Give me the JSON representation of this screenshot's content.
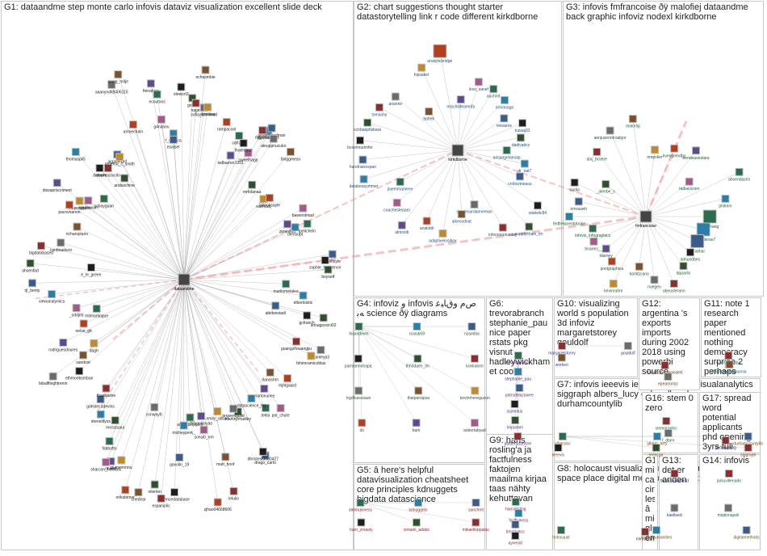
{
  "groups": [
    {
      "id": "G1",
      "title": "G1: dataandme step monte carlo infovis dataviz visualization excellent slide deck"
    },
    {
      "id": "G2",
      "title": "G2: chart suggestions thought starter datastorytelling link r code different kirkdborne"
    },
    {
      "id": "G3",
      "title": "G3: infovis fmfrancoise ðÿ malofiej dataandme back graphic infoviz nodexl kirkdborne"
    },
    {
      "id": "G4",
      "title": "G4: infoviz ﻭ infovis ﺹﻡ ﻭﻕﺎﻴﻋ ﻪﺑ science ðÿ diagrams"
    },
    {
      "id": "G5",
      "title": "G5: â here's helpful datavisualization cheatsheet core principles kdnuggets bigdata datascience"
    },
    {
      "id": "G6",
      "title": "G6: trevorabranch stephanie_pau nice paper rstats pkg visnut hadleywickham et cook"
    },
    {
      "id": "G7",
      "title": "G7: infovis ieeevis ieeecga dataviz visualanalytics siggraph albers_lucy color albersloc durhamcountylib"
    },
    {
      "id": "G8",
      "title": "G8: holocaust visualization symposium analyzing space place digital methods geographical textual"
    },
    {
      "id": "G9",
      "title": "G9: hans rosling'a ja factfulness faktojen maailma kirjaa taas nähty kehuttavan"
    },
    {
      "id": "G10",
      "title": "G10: visualizing world s population 3d infoviz margaretstorey gouldolf"
    },
    {
      "id": "G11",
      "title": "G11: note 1 research paper mentioned nothing democracy surprise 2 perhaps"
    },
    {
      "id": "G12",
      "title": "G12: argentina 's exports imports during 2002 2018 using powerbi source"
    },
    {
      "id": "G13",
      "title": "G13: det er anden"
    },
    {
      "id": "G14",
      "title": "G14: infovis"
    },
    {
      "id": "G15",
      "title": "G15: minard carte circulati… les â migrants globe emigra…"
    },
    {
      "id": "G16",
      "title": "G16: stem 0 zero"
    },
    {
      "id": "G17",
      "title": "G17: spread word potential applicants phd opening 3yrs full time…"
    }
  ],
  "hubs": [
    {
      "id": "dataandme",
      "label": "dataandme",
      "group": "G1"
    },
    {
      "id": "kirkdborne",
      "label": "kirkdborne",
      "group": "G2"
    },
    {
      "id": "fmfrancoise",
      "label": "fmfrancoise",
      "group": "G3"
    }
  ],
  "nodes": {
    "G1": [
      "marilomelalea",
      "elbertsistic",
      "abidsestadi",
      "gcfranch",
      "sonagsocici02",
      "guangzhouangjiu",
      "stanleyp3",
      "danoshm",
      "fehimramicoblas",
      "mjhlgaard",
      "marlonunes",
      "pat_chute",
      "tekla",
      "datascience_hq",
      "drago_carlo",
      "dhristest3830427",
      "martinjhhadley",
      "lelulio",
      "presentguild",
      "matt_hoof",
      "emily_allsad",
      "zjhao04668606",
      "thibgolosyao",
      "sonsib_nm",
      "ahsakbinpyofo",
      "micheyperk_",
      "gavollo_19",
      "sciencedatabase",
      "nilerten",
      "espaniplic",
      "conwayfc",
      "chedirai",
      "gueyemnnu",
      "eriksbirner",
      "dnikmi",
      "sharcon_hemcck",
      "fabbotto",
      "drenelifyos",
      "gdestecadevins",
      "ethmoebsmban",
      "mosstuaui",
      "thanbashe",
      "fabalfileghtrenin",
      "sandoxt",
      "dagh",
      "nelse_gtt",
      "rodriguesdoures",
      "_oddjeb",
      "mitmartiogue",
      "viewanalymics",
      "rjl_benty",
      "e_le_green",
      "ahsenfad",
      "bigdatabased",
      "cardinadsrsi",
      "richarsplurio",
      "mapengpper",
      "pacovnanon",
      "dissapriscriment",
      "pauleuvan",
      "sabayguan",
      "thomaspii5",
      "jagaverunf",
      "dotaner",
      "andaschine",
      "stephassocilo",
      "aaanyndit8406115",
      "ivang_mitje",
      "graema_c_smith",
      "amoechain",
      "fienabror",
      "g4nanov",
      "ecoutoos",
      "f_ehhpra",
      "esaiser",
      "stewsrt3",
      "grove",
      "nagin",
      "sofia_ismillead",
      "echasmbie",
      "alnxesun",
      "rampacool",
      "tsdbarren1991",
      "sweethagp",
      "sdrtanlir",
      "jgpmadmed",
      "sevenbesdman",
      "thaerrjacc",
      "mrfolanaa",
      "diaconiv",
      "aleuppnucuko",
      "bloggmeso",
      "eavniasj",
      "isbooksayle",
      "zirnevtoo",
      "bawerslmad",
      "jpeilchein",
      "dentsupt",
      "stwiftsyte",
      "zophie_bonsence",
      "boysetf"
    ],
    "G2": [
      "arisangelaesap",
      "dr_nat7",
      "crobszineaux",
      "statistic84",
      "supplychain_tm",
      "infonomotceday",
      "charlesardanneman",
      "aikeosdnat",
      "adaptiveiosibox",
      "analotdi",
      "almoxib",
      "coachesteparo",
      "jiaemmanerev",
      "databeasymmer",
      "handrianespan",
      "boxelmadmfer",
      "schbakphkbara",
      "tomashy",
      "arianne",
      "bpttek",
      "hipsaker",
      "analyticbridge",
      "mischibleamnfa",
      "lexo_sanef",
      "auchrot",
      "rirmonago",
      "retsaeos",
      "tuzaaj33",
      "dadivatics"
    ],
    "G3": [
      "hlarohang",
      "alexanderav7",
      "mbathal",
      "almundbes",
      "dpparlis",
      "abeusterann",
      "nuegeo",
      "karldzcano",
      "kevinruhm",
      "postgraphica",
      "tdamey",
      "bnanes__",
      "lnfovis_infographics",
      "fedfrelacerdoboke",
      "nrmauwh",
      "nadia",
      "_alenbe_s",
      "alxj_bcvere",
      "aenjusenntroalgor",
      "malorlaj",
      "nmpnlier",
      "kvengemdbo",
      "bendeasestara",
      "radiacicnen",
      "ahsendazes",
      "philmm"
    ],
    "G4": [
      "hisandevm",
      "rsanai69",
      "nzambia",
      "parmannnhapa",
      "thh0daen_tm",
      "konkalom",
      "trgdhuessaun",
      "thatpierapsa",
      "kevinrhereguson",
      "ds",
      "bark",
      "asbertabyad"
    ],
    "G5": [
      "alenbusiness",
      "kdnuggets",
      "sanchmt",
      "ham_yreasly",
      "ismaeli_adabs",
      "mikaelleppalas"
    ],
    "G6": [
      "trevorabranch",
      "stephanie_pau",
      "patrsdelaziavee",
      "ssjnedus",
      "leipiaheri",
      "paldergaanrirei"
    ],
    "G7": [
      "albersloc",
      "albers_lucy",
      "durhamcountylib",
      "ieeevis",
      "ieeecga",
      "siggraph"
    ],
    "G8": [
      "holocaust",
      "spatialhumanities",
      "digitalmethods"
    ],
    "G9": [
      "hansrosling",
      "factfulness",
      "timshortcs",
      "ayvenid"
    ],
    "G10": [
      "margaretstorey",
      "gouldolf",
      "wortieri"
    ],
    "G11": [
      "tuomasasaba",
      "stagetehedasaumia",
      "sashnik"
    ],
    "G12": [
      "sanchodiadeniosleti",
      "epeartoriss"
    ],
    "G13": [
      "thomasmaillund",
      "kaeltsed"
    ],
    "G14": [
      "jalouvillenado",
      "miatinnapeli"
    ],
    "G15": [
      "minardfan"
    ],
    "G16": [
      "stemgraphic",
      "f_dben"
    ],
    "G17": [
      "phdopening"
    ]
  },
  "colors": {
    "panel_border": "#c8c8c8",
    "edge": "#9a9a9a",
    "strong_edge": "#f19a9a",
    "node_border": "#bfbfbf"
  }
}
